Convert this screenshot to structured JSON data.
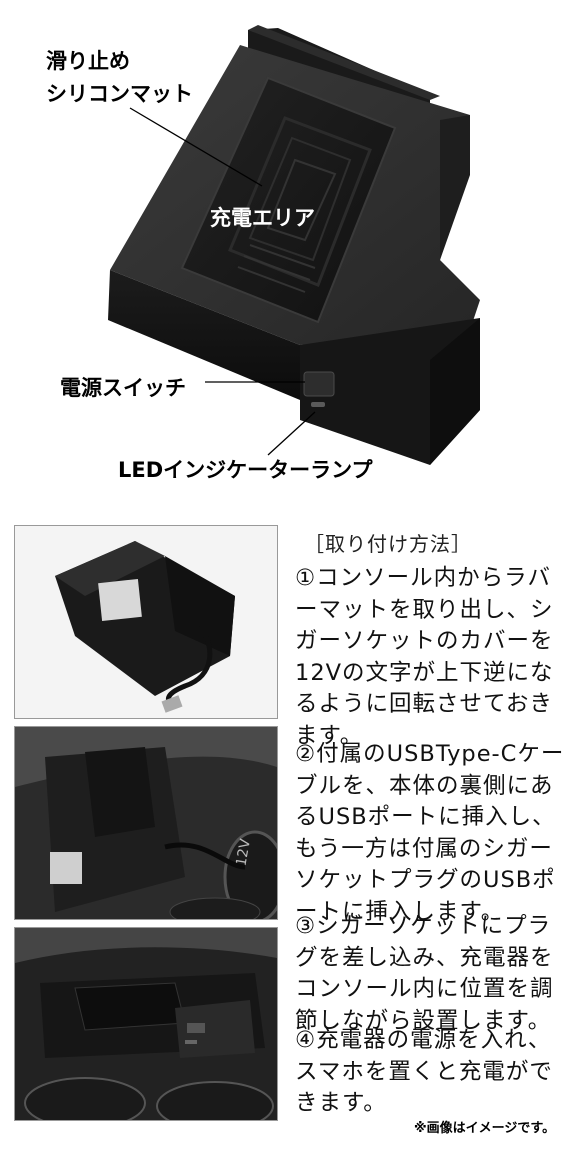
{
  "diagram_labels": {
    "mat": "滑り止め\nシリコンマット",
    "mat_line1": "滑り止め",
    "mat_line2": "シリコンマット",
    "charge_area": "充電エリア",
    "power_switch": "電源スイッチ",
    "led_lamp": "LEDインジケーターランプ"
  },
  "instructions": {
    "title": "［取り付け方法］",
    "steps": [
      "①コンソール内からラバーマットを取り出し、シガーソケットのカバーを12Vの文字が上下逆になるように回転させておきます。",
      "②付属のUSBType-Cケーブルを、本体の裏側にあるUSBポートに挿入し、もう一方は付属のシガーソケットプラグのUSBポートに挿入します。",
      "③シガーソケットにプラグを差し込み、充電器をコンソール内に位置を調節しながら設置します。",
      "④充電器の電源を入れ、スマホを置くと充電ができます。"
    ],
    "note": "※画像はイメージです。"
  },
  "socket_text": "12V"
}
